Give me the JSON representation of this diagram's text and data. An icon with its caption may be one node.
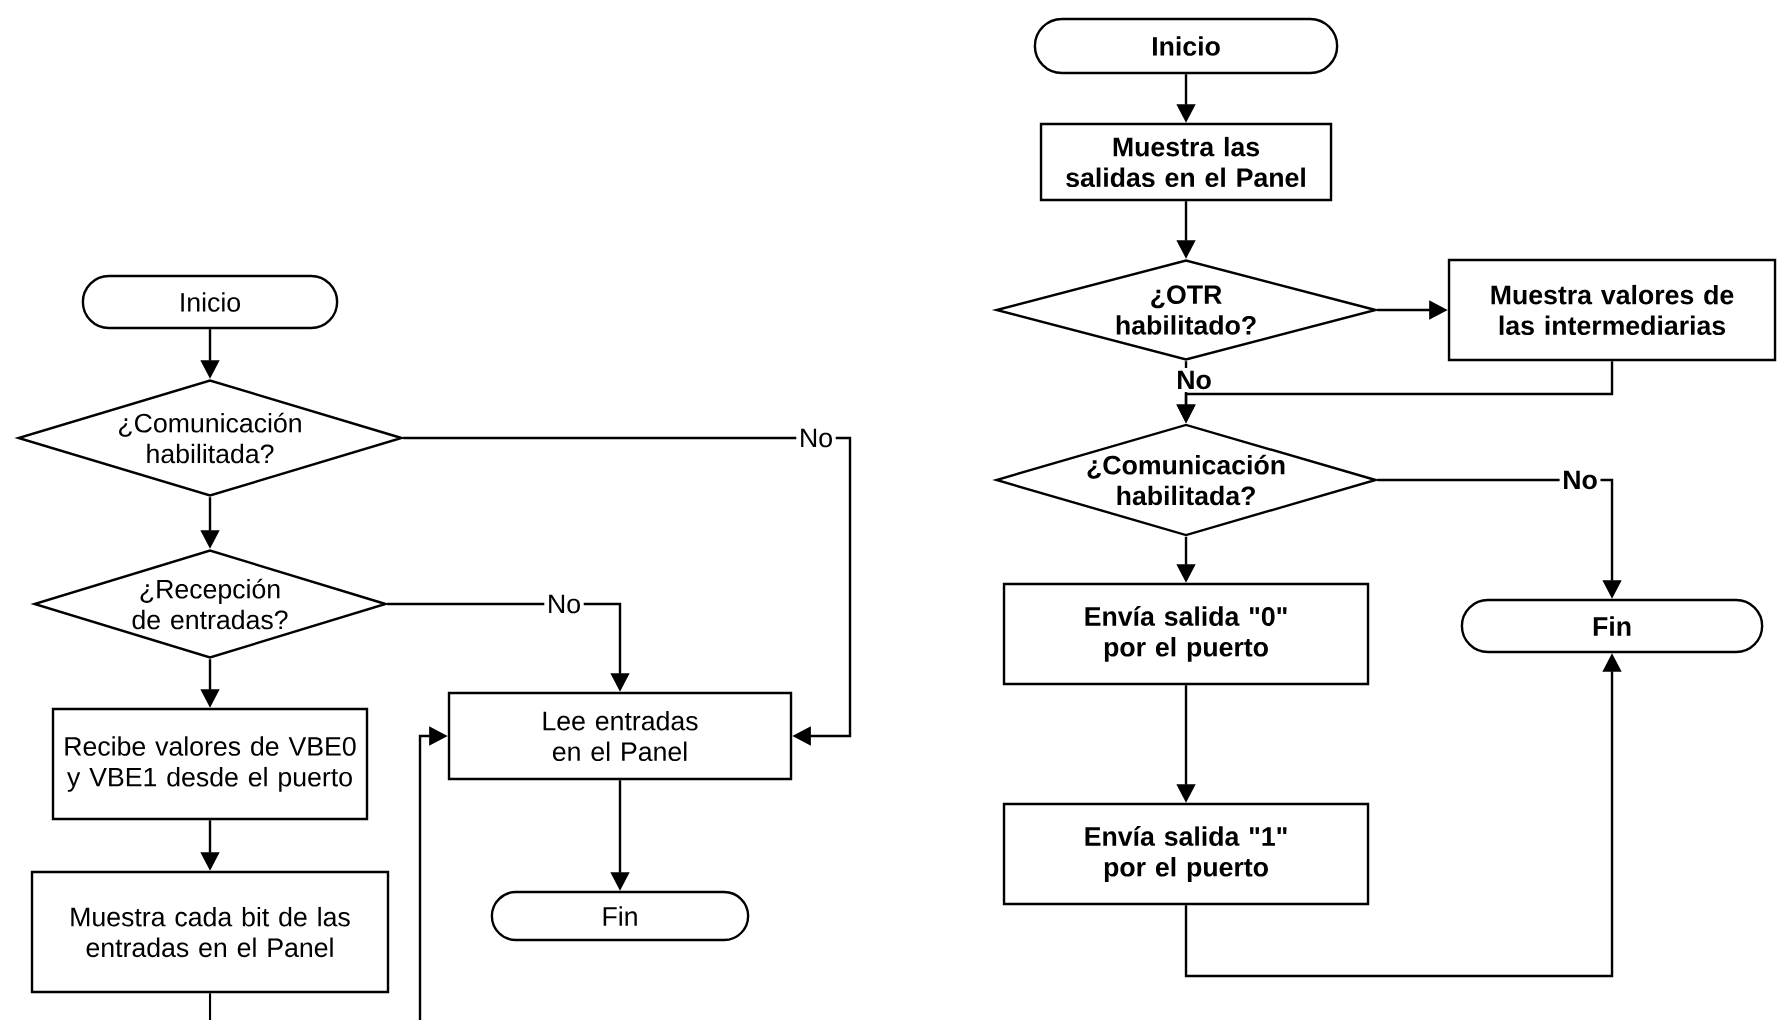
{
  "diagram": {
    "nodes": [
      {
        "text": [
          "Inicio"
        ]
      },
      {
        "text": [
          "¿Comunicación habilitada?"
        ]
      },
      {
        "text": [
          "¿Recepción de entradas?"
        ]
      },
      {
        "text": [
          "Recibe valores de VBE0 y VBE1 desde el puerto"
        ]
      },
      {
        "text": [
          "Muestra cada bit de las entradas en el Panel"
        ]
      },
      {
        "text": [
          "Lee entradas en el Panel"
        ]
      },
      {
        "text": [
          "Fin"
        ]
      },
      {
        "text": [
          "Inicio"
        ]
      },
      {
        "text": [
          "Muestra las salidas en el Panel"
        ]
      },
      {
        "text": [
          "¿OTR habilitado?"
        ]
      },
      {
        "text": [
          "Muestra valores de las intermediarias"
        ]
      },
      {
        "text": [
          "¿Comunicación habilitada?"
        ]
      },
      {
        "text": [
          "Envía salida \"0\" por el puerto"
        ]
      },
      {
        "text": [
          "Envía salida \"1\" por el puerto"
        ]
      },
      {
        "text": [
          "Fin"
        ]
      }
    ],
    "edges": [
      {
        "from": 0,
        "to": 1,
        "arrow": "to"
      },
      {
        "from": 1,
        "to": 2,
        "arrow": "to"
      },
      {
        "from": 2,
        "to": 3,
        "arrow": "to"
      },
      {
        "from": 3,
        "to": 4,
        "arrow": "to"
      },
      {
        "from": 2,
        "to": 5,
        "arrow": "to",
        "label": "No"
      },
      {
        "from": 1,
        "to": 5,
        "arrow": "to",
        "label": "No"
      },
      {
        "from": 5,
        "to": 6,
        "arrow": "to"
      },
      {
        "from": 4,
        "to": null,
        "arrow": "none"
      },
      {
        "from": null,
        "to": 5,
        "arrow": "to"
      },
      {
        "from": 7,
        "to": 8,
        "arrow": "to"
      },
      {
        "from": 8,
        "to": 9,
        "arrow": "to"
      },
      {
        "from": 9,
        "to": 10,
        "arrow": "to"
      },
      {
        "from": 9,
        "to": 11,
        "arrow": "to",
        "label": "No"
      },
      {
        "from": 10,
        "to": 11,
        "arrow": "to"
      },
      {
        "from": 11,
        "to": 14,
        "arrow": "to",
        "label": "No"
      },
      {
        "from": 11,
        "to": 12,
        "arrow": "to"
      },
      {
        "from": 12,
        "to": 13,
        "arrow": "to"
      },
      {
        "from": 13,
        "to": 14,
        "arrow": "to"
      }
    ]
  }
}
